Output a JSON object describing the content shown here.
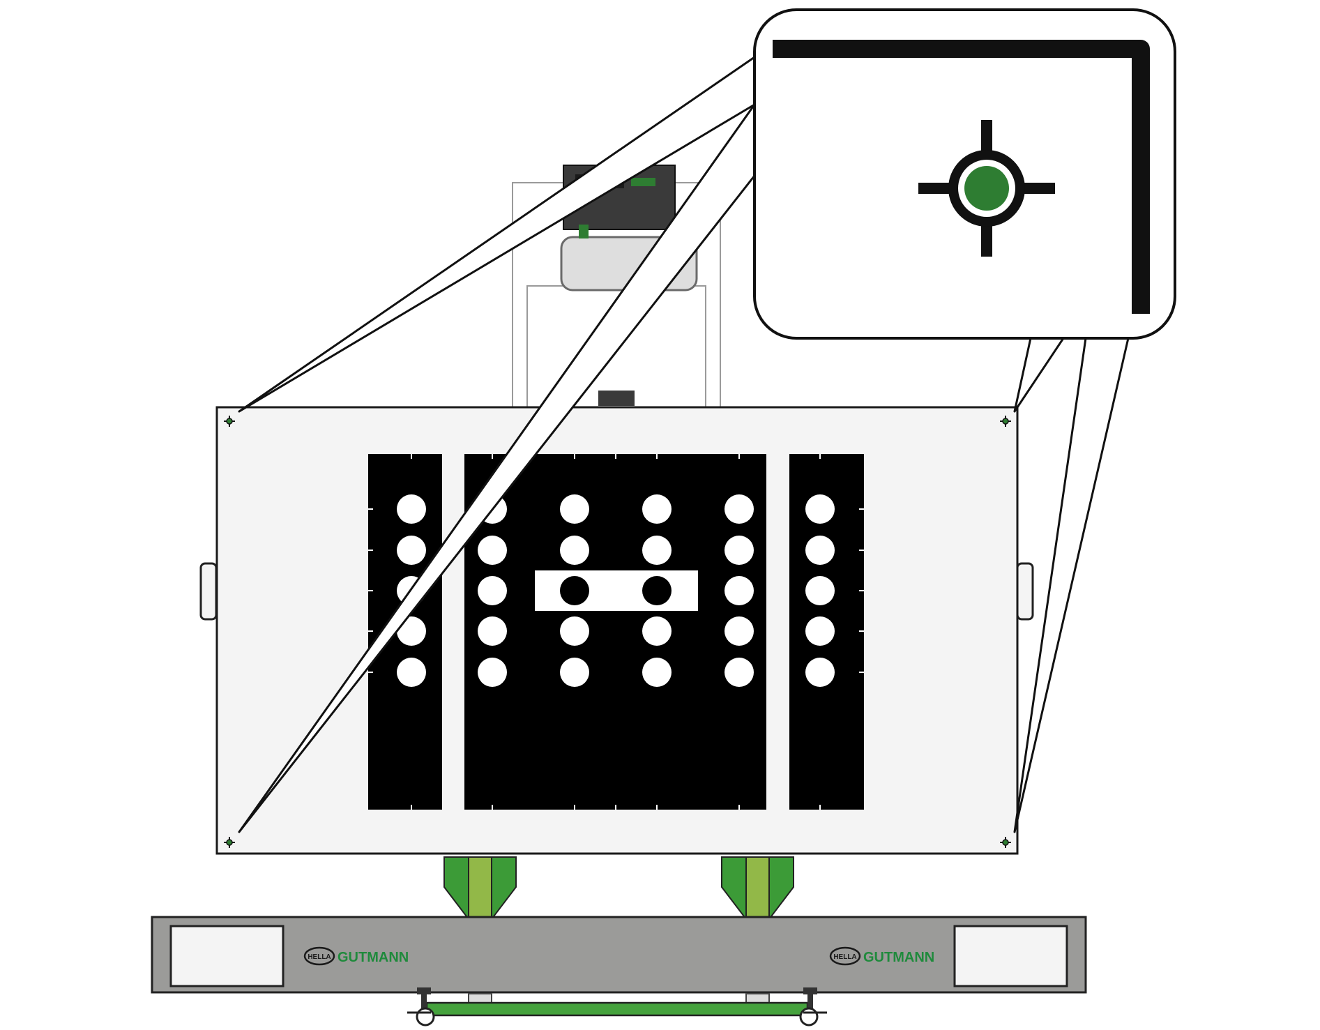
{
  "diagram": {
    "logos": [
      {
        "badge": "HELLA",
        "brand": "GUTMANN"
      },
      {
        "badge": "HELLA",
        "brand": "GUTMANN"
      }
    ],
    "colors": {
      "board": "#f4f4f4",
      "pattern": "#000000",
      "beam": "#9b9b99",
      "support_green": "#3c9b37",
      "support_light": "#92b848",
      "marker_green": "#2e7d32",
      "brand_green": "#1f8a3c",
      "rail_green": "#45a23d"
    },
    "icons": [
      "target-marker-icon",
      "crosshair-icon"
    ]
  }
}
